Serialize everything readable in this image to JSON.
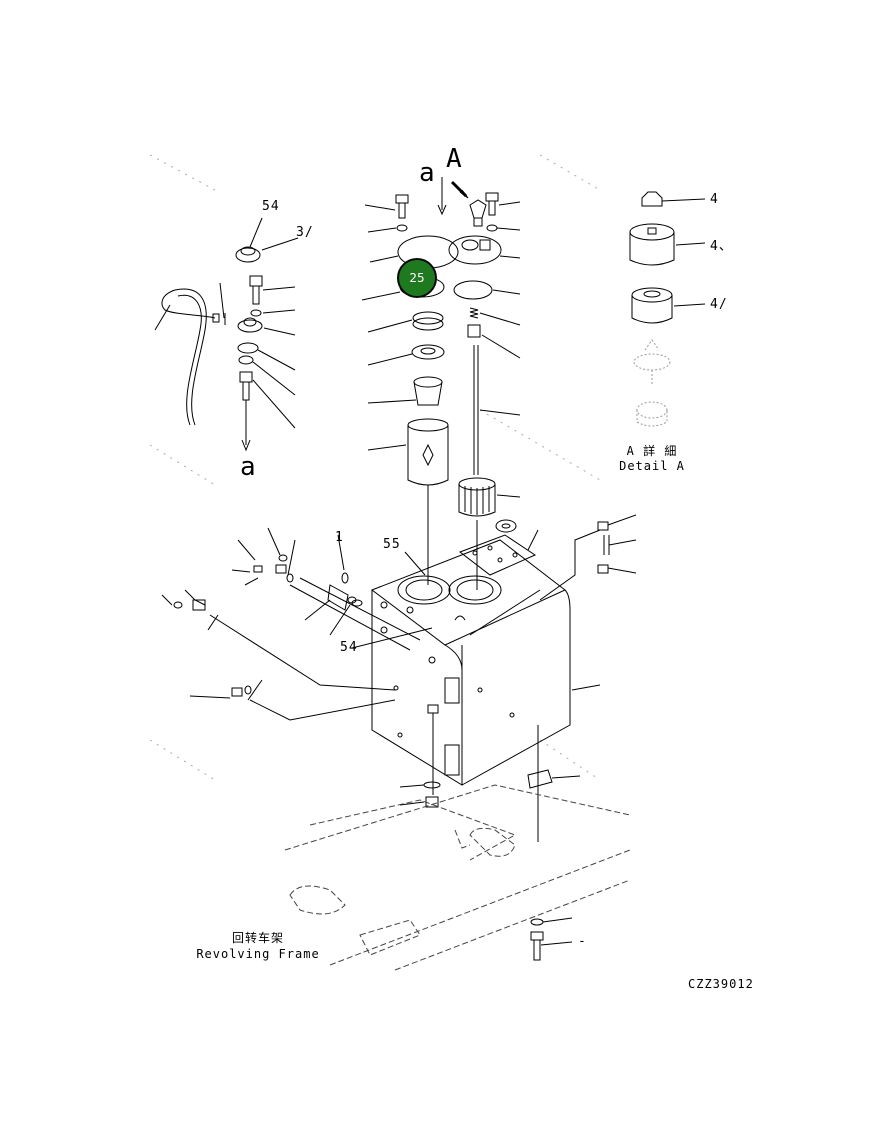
{
  "view_letters": {
    "a_top": "a",
    "A_top": "A",
    "a_bottom": "a"
  },
  "callouts": {
    "c54_left": "54",
    "c3_left": "3/",
    "c4": "4",
    "c4a": "4、",
    "c4b": "4/",
    "c55": "55",
    "c1": "1",
    "c54_bottom": "54",
    "c_dash": "-"
  },
  "detail_a": {
    "jp": "A 詳 細",
    "en": "Detail A"
  },
  "frame_label": {
    "jp": "回转车架",
    "en": "Revolving Frame"
  },
  "drawing_code": "CZZ39012",
  "hotspot": {
    "number": "25",
    "color": "#1f7a1f"
  }
}
